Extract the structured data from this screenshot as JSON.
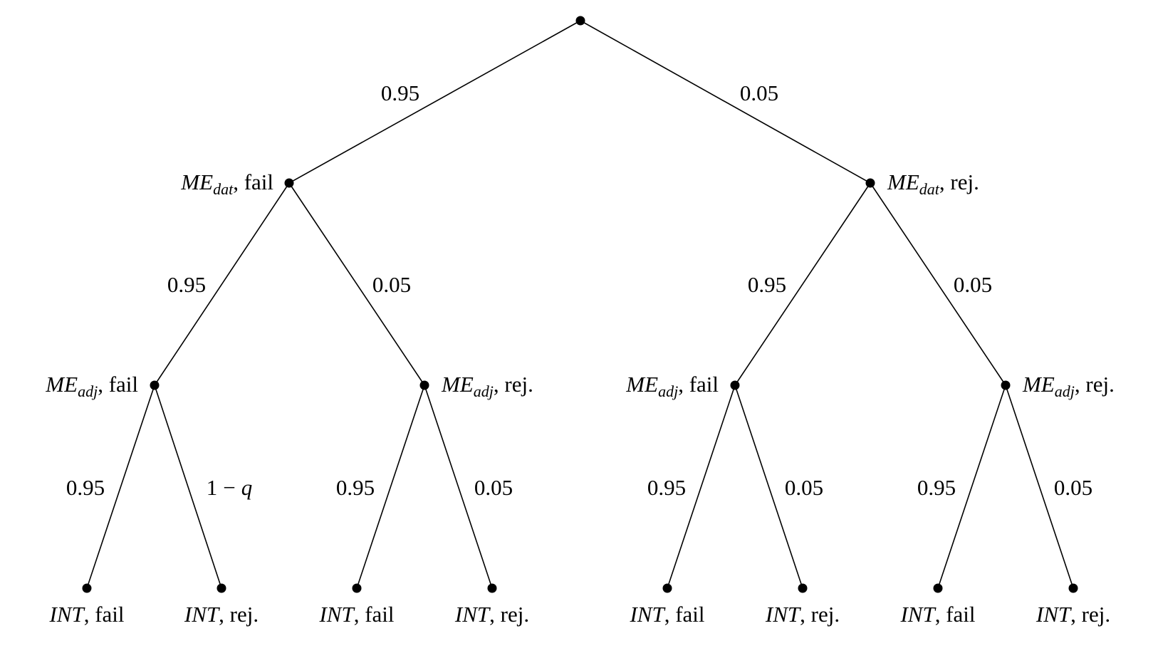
{
  "tree": {
    "root": {
      "id": "root"
    },
    "level1": [
      {
        "id": "n1",
        "var": "ME",
        "sub": "dat",
        "outcome": "fail",
        "edge_label": "0.95"
      },
      {
        "id": "n2",
        "var": "ME",
        "sub": "dat",
        "outcome": "rej.",
        "edge_label": "0.05"
      }
    ],
    "level2": [
      {
        "id": "n11",
        "parent": "n1",
        "var": "ME",
        "sub": "adj",
        "outcome": "fail",
        "edge_label": "0.95"
      },
      {
        "id": "n12",
        "parent": "n1",
        "var": "ME",
        "sub": "adj",
        "outcome": "rej.",
        "edge_label": "0.05"
      },
      {
        "id": "n21",
        "parent": "n2",
        "var": "ME",
        "sub": "adj",
        "outcome": "fail",
        "edge_label": "0.95"
      },
      {
        "id": "n22",
        "parent": "n2",
        "var": "ME",
        "sub": "adj",
        "outcome": "rej.",
        "edge_label": "0.05"
      }
    ],
    "level3": [
      {
        "id": "n111",
        "parent": "n11",
        "var": "INT",
        "outcome": "fail",
        "edge_label": "0.95"
      },
      {
        "id": "n112",
        "parent": "n11",
        "var": "INT",
        "outcome": "rej.",
        "edge_label_num": "1",
        "edge_label_op": "−",
        "edge_label_var": "q"
      },
      {
        "id": "n121",
        "parent": "n12",
        "var": "INT",
        "outcome": "fail",
        "edge_label": "0.95"
      },
      {
        "id": "n122",
        "parent": "n12",
        "var": "INT",
        "outcome": "rej.",
        "edge_label": "0.05"
      },
      {
        "id": "n211",
        "parent": "n21",
        "var": "INT",
        "outcome": "fail",
        "edge_label": "0.95"
      },
      {
        "id": "n212",
        "parent": "n21",
        "var": "INT",
        "outcome": "rej.",
        "edge_label": "0.05"
      },
      {
        "id": "n221",
        "parent": "n22",
        "var": "INT",
        "outcome": "fail",
        "edge_label": "0.95"
      },
      {
        "id": "n222",
        "parent": "n22",
        "var": "INT",
        "outcome": "rej.",
        "edge_label": "0.05"
      }
    ]
  }
}
